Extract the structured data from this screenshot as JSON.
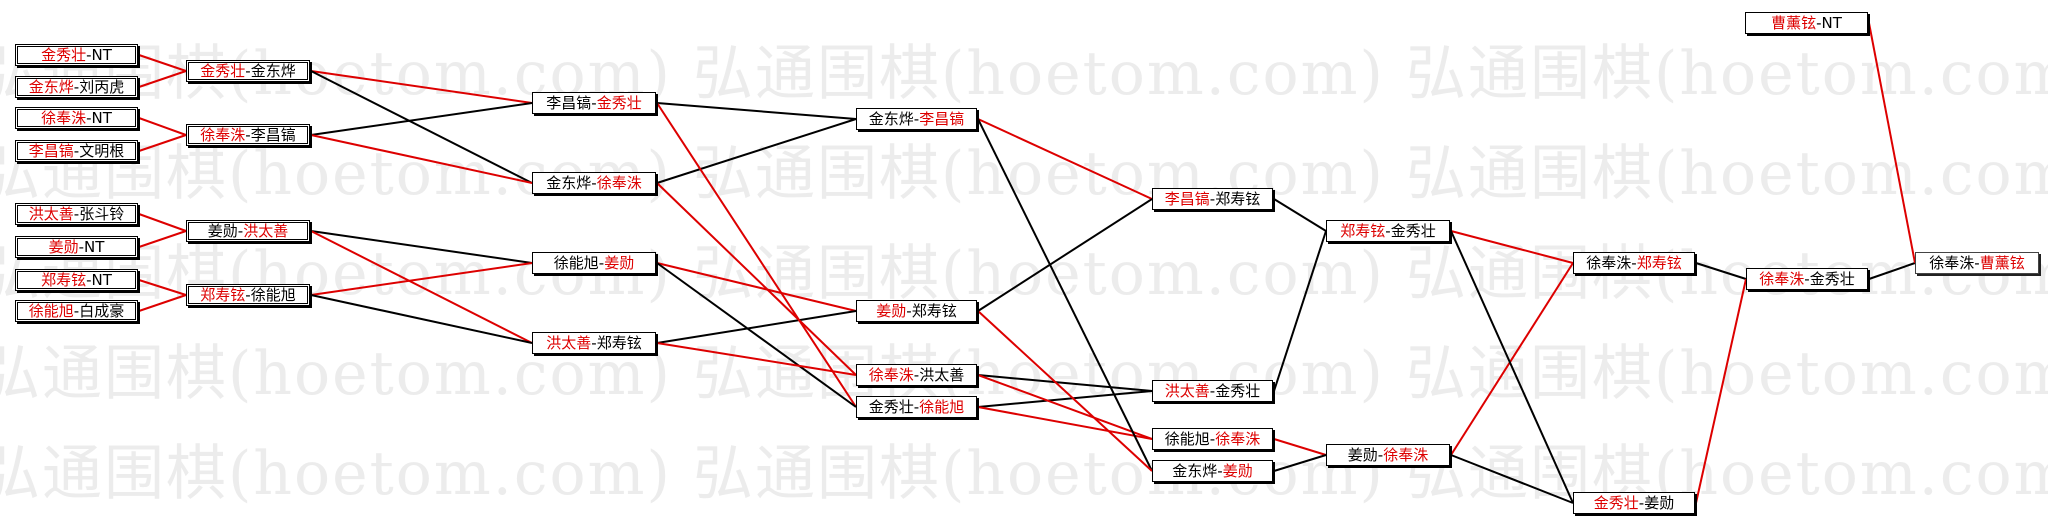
{
  "watermark": "弘通围棋(hoetom.com) 弘通围棋(hoetom.com) 弘通围棋(hoetom.com) 弘",
  "colors": {
    "winner_line": "#dd0000",
    "loser_line": "#000000",
    "winner_text": "#dd0000"
  },
  "bracket": {
    "round1": [
      {
        "p1": "金秀壮",
        "p2": "NT",
        "winner": 1
      },
      {
        "p1": "金东烨",
        "p2": "刘丙虎",
        "winner": 1
      },
      {
        "p1": "徐奉洙",
        "p2": "NT",
        "winner": 1
      },
      {
        "p1": "李昌镐",
        "p2": "文明根",
        "winner": 1
      },
      {
        "p1": "洪太善",
        "p2": "张斗铃",
        "winner": 1
      },
      {
        "p1": "姜勋",
        "p2": "NT",
        "winner": 1
      },
      {
        "p1": "郑寿铉",
        "p2": "NT",
        "winner": 1
      },
      {
        "p1": "徐能旭",
        "p2": "白成豪",
        "winner": 1
      }
    ],
    "round2": [
      {
        "p1": "金秀壮",
        "p2": "金东烨",
        "winner": 1
      },
      {
        "p1": "徐奉洙",
        "p2": "李昌镐",
        "winner": 1
      },
      {
        "p1": "姜勋",
        "p2": "洪太善",
        "winner": 2
      },
      {
        "p1": "郑寿铉",
        "p2": "徐能旭",
        "winner": 1
      }
    ],
    "round3": [
      {
        "p1": "李昌镐",
        "p2": "金秀壮",
        "winner": 2
      },
      {
        "p1": "金东烨",
        "p2": "徐奉洙",
        "winner": 2
      },
      {
        "p1": "徐能旭",
        "p2": "姜勋",
        "winner": 2
      },
      {
        "p1": "洪太善",
        "p2": "郑寿铉",
        "winner": 1
      }
    ],
    "round4": [
      {
        "p1": "金东烨",
        "p2": "李昌镐",
        "winner": 2
      },
      {
        "p1": "姜勋",
        "p2": "郑寿铉",
        "winner": 1
      },
      {
        "p1": "徐奉洙",
        "p2": "洪太善",
        "winner": 1
      },
      {
        "p1": "金秀壮",
        "p2": "徐能旭",
        "winner": 2
      }
    ],
    "round5": [
      {
        "p1": "李昌镐",
        "p2": "郑寿铉",
        "winner": 1
      },
      {
        "p1": "洪太善",
        "p2": "金秀壮",
        "winner": 1
      },
      {
        "p1": "徐能旭",
        "p2": "徐奉洙",
        "winner": 2
      },
      {
        "p1": "金东烨",
        "p2": "姜勋",
        "winner": 2
      }
    ],
    "round6": [
      {
        "p1": "郑寿铉",
        "p2": "金秀壮",
        "winner": 1
      },
      {
        "p1": "姜勋",
        "p2": "徐奉洙",
        "winner": 2
      }
    ],
    "round7": [
      {
        "p1": "徐奉洙",
        "p2": "郑寿铉",
        "winner": 2
      },
      {
        "p1": "金秀壮",
        "p2": "姜勋",
        "winner": 1
      }
    ],
    "round8": [
      {
        "p1": "徐奉洙",
        "p2": "金秀壮",
        "winner": 1
      }
    ],
    "final_top": [
      {
        "p1": "曹薰铉",
        "p2": "NT",
        "winner": 1
      }
    ],
    "final": [
      {
        "p1": "徐奉洙",
        "p2": "曹薰铉",
        "winner": 2
      }
    ]
  }
}
